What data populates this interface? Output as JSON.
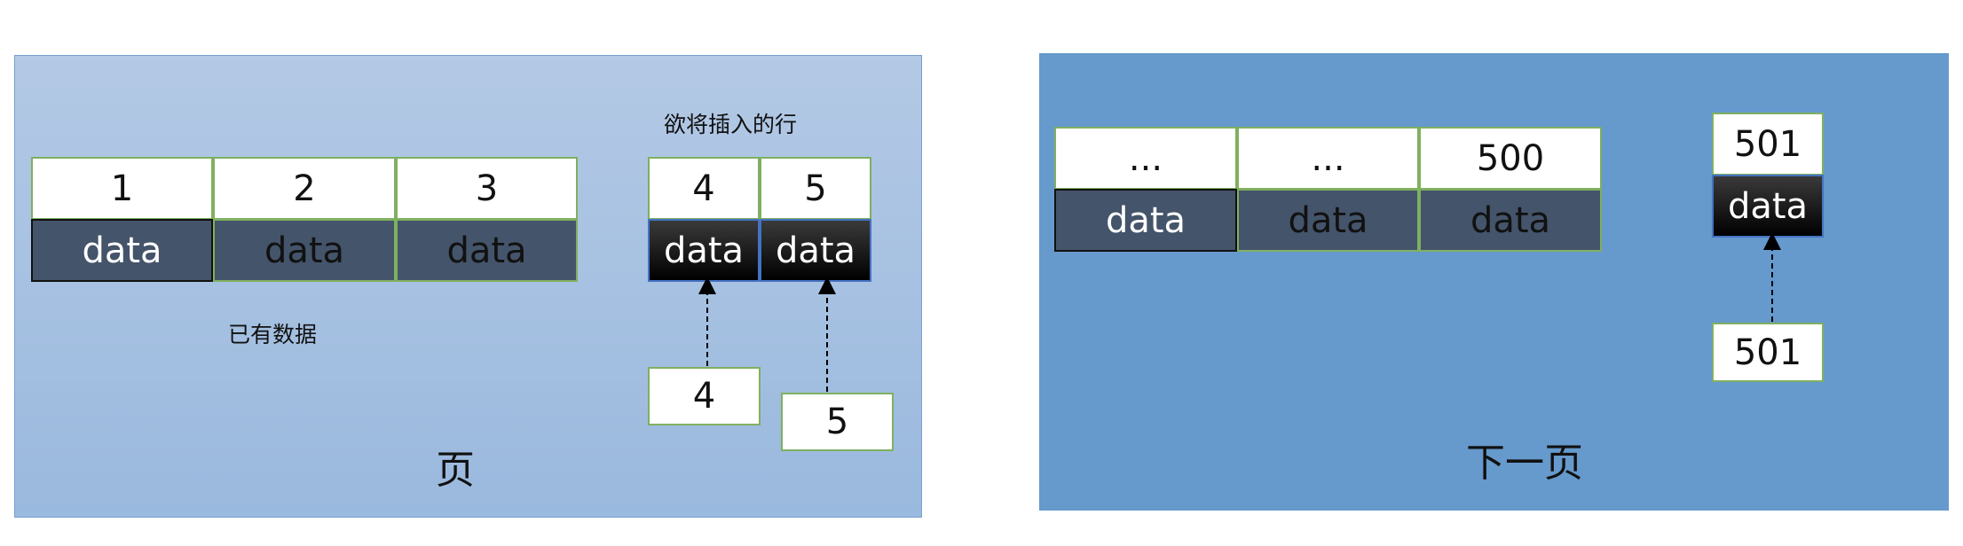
{
  "left_page": {
    "title": "页",
    "existing_label": "已有数据",
    "insert_label": "欲将插入的行",
    "existing_rows": [
      {
        "key": "1",
        "data": "data"
      },
      {
        "key": "2",
        "data": "data"
      },
      {
        "key": "3",
        "data": "data"
      }
    ],
    "inserted_rows": [
      {
        "key": "4",
        "data": "data"
      },
      {
        "key": "5",
        "data": "data"
      }
    ],
    "incoming_rows": [
      {
        "key": "4"
      },
      {
        "key": "5"
      }
    ]
  },
  "right_page": {
    "title": "下一页",
    "existing_rows": [
      {
        "key": "...",
        "data": "data"
      },
      {
        "key": "...",
        "data": "data"
      },
      {
        "key": "500",
        "data": "data"
      }
    ],
    "inserted_row": {
      "key": "501",
      "data": "data"
    },
    "incoming_row": {
      "key": "501"
    }
  },
  "colors": {
    "left_panel": "#b3c9e5",
    "right_panel": "#6699cc",
    "data_cell": "#44546a",
    "cell_border": "#7fb060"
  }
}
